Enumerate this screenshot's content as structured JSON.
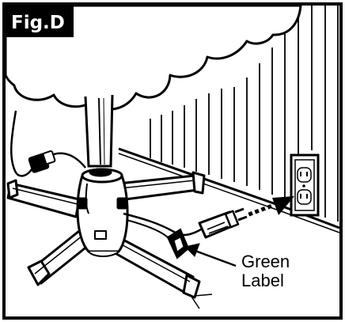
{
  "figure": {
    "tag": "Fig.D",
    "callout": {
      "line1": "Green",
      "line2": "Label"
    }
  },
  "colors": {
    "ink": "#000000",
    "paper": "#ffffff",
    "tag_background": "#000000"
  }
}
